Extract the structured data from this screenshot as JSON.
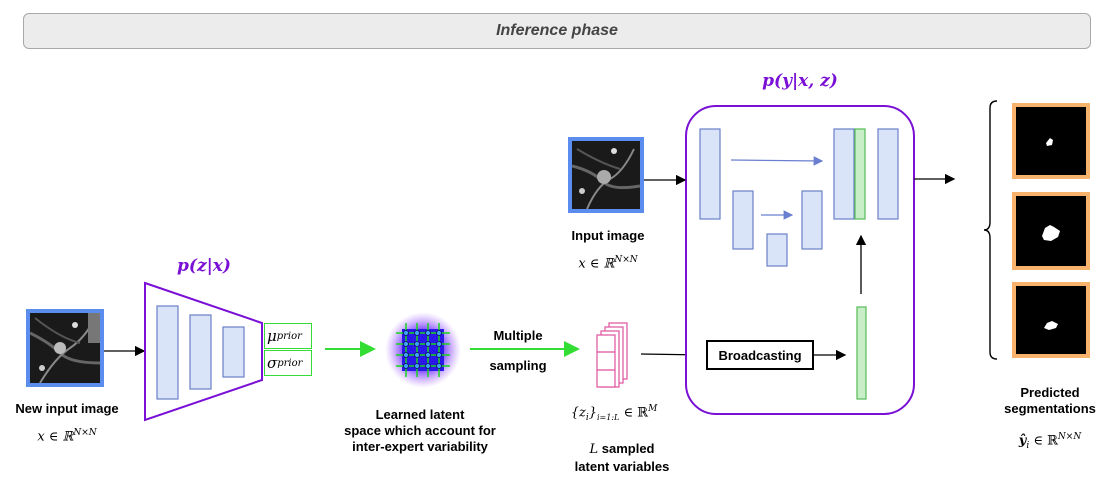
{
  "banner": {
    "title": "Inference phase"
  },
  "encoder": {
    "label": "p(z|x)"
  },
  "decoder": {
    "label": "p(y|x, z)"
  },
  "prior": {
    "mu": "μ",
    "mu_sub": "prior",
    "sigma": "σ",
    "sigma_sub": "prior"
  },
  "new_input": {
    "title": "New input image",
    "formula": "x ∈ ℝ",
    "formula_sup": "N×N"
  },
  "input_image": {
    "title": "Input image",
    "formula": "x ∈ ℝ",
    "formula_sup": "N×N"
  },
  "latent_space": {
    "line1": "Learned latent",
    "line2": "space which account for",
    "line3": "inter-expert variability"
  },
  "sampling": {
    "line1": "Multiple",
    "line2": "sampling"
  },
  "samples": {
    "formula": "{z",
    "formula_i": "i",
    "formula_close": "}",
    "formula_sub": "i=1:L",
    "formula_tail": " ∈ ℝ",
    "formula_sup": "M",
    "count_symbol": "L",
    "count_text": " sampled",
    "line2": "latent variables"
  },
  "broadcast": {
    "label": "Broadcasting"
  },
  "output": {
    "line1": "Predicted",
    "line2": "segmentations",
    "formula": "ŷ",
    "formula_sub": "i",
    "formula_tail": " ∈ ℝ",
    "formula_sup": "N×N"
  },
  "colors": {
    "purple": "#7a10d6",
    "green": "#33dd33",
    "blue_border": "#5b8def",
    "orange_border": "#f7b36b",
    "pink": "#e0519e"
  }
}
